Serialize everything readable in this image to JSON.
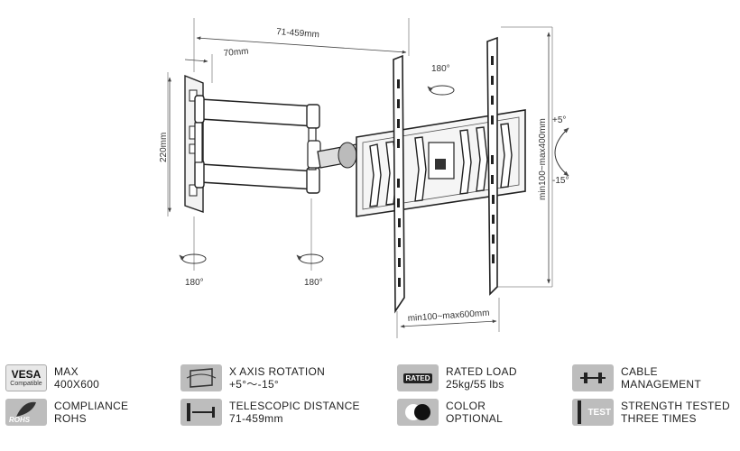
{
  "dimensions": {
    "arm_extension": "71-459mm",
    "wall_plate_offset": "70mm",
    "wall_plate_height": "220mm",
    "vesa_vertical": "min100~max400mm",
    "vesa_horizontal": "min100~max600mm",
    "swivel_top": "180°",
    "swivel_left": "180°",
    "swivel_middle": "180°",
    "tilt_up": "+5°",
    "tilt_down": "-15°"
  },
  "features": [
    {
      "icon": "vesa-icon",
      "icon_text": "VESA",
      "icon_subtext": "Compatible",
      "line1": "MAX",
      "line2": "400X600"
    },
    {
      "icon": "x-axis-rotation-icon",
      "line1": "X AXIS ROTATION",
      "line2": "+5°～-15°"
    },
    {
      "icon": "rated-load-icon",
      "icon_text": "RATED",
      "line1": "RATED LOAD",
      "line2": "25kg/55 lbs"
    },
    {
      "icon": "cable-management-icon",
      "line1": "CABLE",
      "line2": "MANAGEMENT"
    },
    {
      "icon": "rohs-icon",
      "icon_text": "ROHS",
      "line1": "COMPLIANCE",
      "line2": "ROHS"
    },
    {
      "icon": "telescopic-distance-icon",
      "line1": "TELESCOPIC DISTANCE",
      "line2": "71-459mm"
    },
    {
      "icon": "color-icon",
      "line1": "COLOR",
      "line2": "OPTIONAL"
    },
    {
      "icon": "strength-test-icon",
      "icon_text": "TEST",
      "line1": "STRENGTH TESTED",
      "line2": "THREE TIMES"
    }
  ]
}
